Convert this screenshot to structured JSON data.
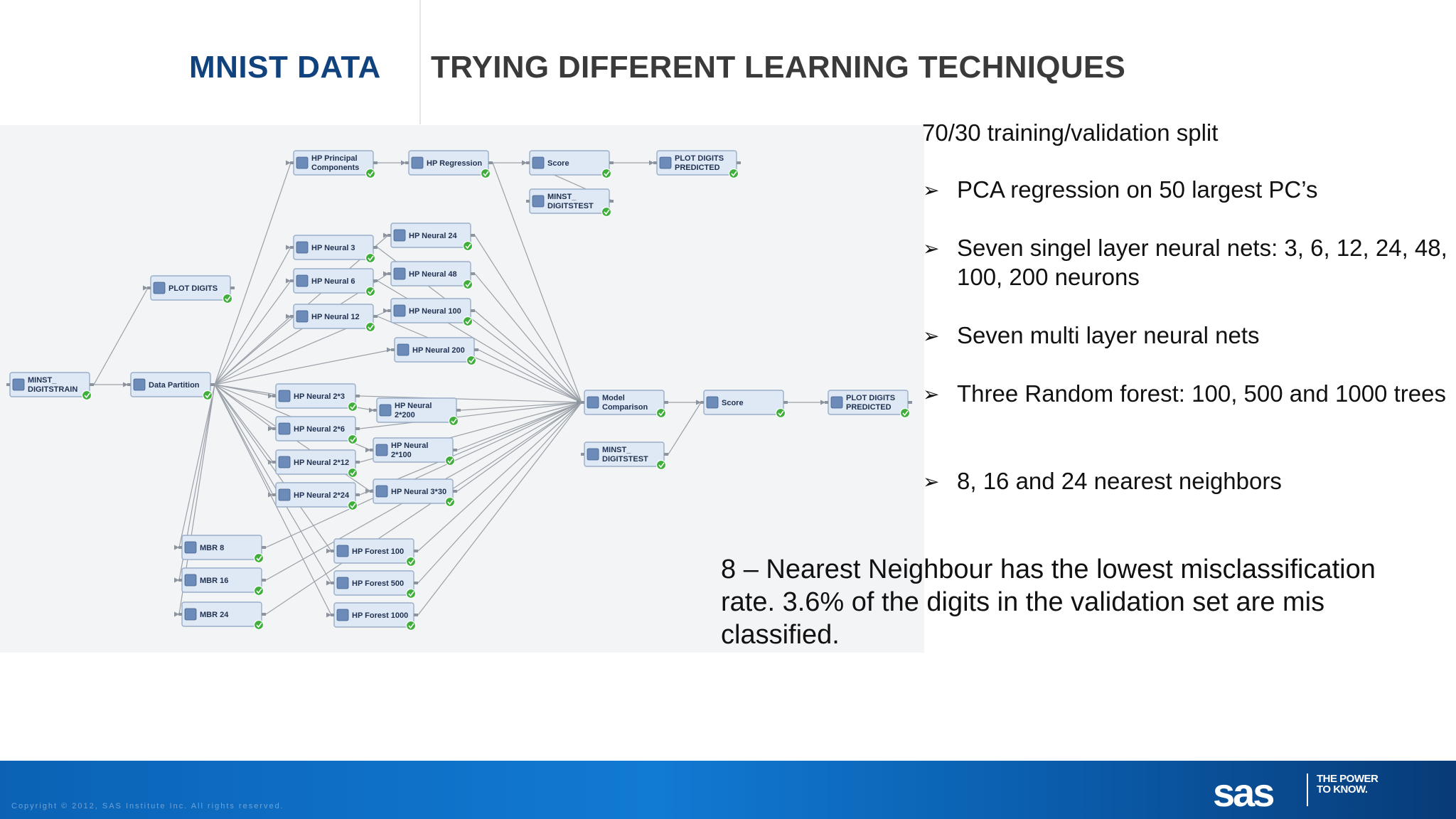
{
  "slide": {
    "title_brand": "MNIST DATA",
    "title_main": "TRYING DIFFERENT LEARNING TECHNIQUES"
  },
  "info": {
    "header": "70/30 training/validation split",
    "bullet_mark": "➢",
    "bullets": [
      "PCA regression on 50 largest PC’s",
      "Seven singel layer neural nets: 3, 6, 12, 24, 48, 100, 200 neurons",
      "Seven multi layer neural nets",
      "Three Random forest: 100, 500 and 1000 trees",
      "8, 16 and 24 nearest neighbors"
    ],
    "conclusion": "8 – Nearest Neighbour has the lowest misclassification rate. 3.6% of the digits in the validation set are mis classified."
  },
  "diagram": {
    "nodes": [
      {
        "id": "train",
        "l1": "MINST_",
        "l2": "DIGITSTRAIN",
        "icon": "data-table-icon"
      },
      {
        "id": "plotd",
        "l1": "PLOT DIGITS",
        "l2": "",
        "icon": "report-icon"
      },
      {
        "id": "part",
        "l1": "Data Partition",
        "l2": "",
        "icon": "partition-icon"
      },
      {
        "id": "pca",
        "l1": "HP Principal",
        "l2": "Components",
        "icon": "pca-icon"
      },
      {
        "id": "reg",
        "l1": "HP Regression",
        "l2": "",
        "icon": "regression-icon"
      },
      {
        "id": "score1",
        "l1": "Score",
        "l2": "",
        "icon": "score-icon"
      },
      {
        "id": "plotp1",
        "l1": "PLOT DIGITS",
        "l2": "PREDICTED",
        "icon": "report-icon"
      },
      {
        "id": "test1",
        "l1": "MINST_",
        "l2": "DIGITSTEST",
        "icon": "data-table-icon"
      },
      {
        "id": "n3",
        "l1": "HP Neural 3",
        "l2": "",
        "icon": "neural-icon"
      },
      {
        "id": "n6",
        "l1": "HP Neural 6",
        "l2": "",
        "icon": "neural-icon"
      },
      {
        "id": "n12",
        "l1": "HP Neural 12",
        "l2": "",
        "icon": "neural-icon"
      },
      {
        "id": "n24",
        "l1": "HP Neural 24",
        "l2": "",
        "icon": "neural-icon"
      },
      {
        "id": "n48",
        "l1": "HP Neural 48",
        "l2": "",
        "icon": "neural-icon"
      },
      {
        "id": "n100",
        "l1": "HP Neural 100",
        "l2": "",
        "icon": "neural-icon"
      },
      {
        "id": "n200",
        "l1": "HP Neural 200",
        "l2": "",
        "icon": "neural-icon"
      },
      {
        "id": "m23",
        "l1": "HP Neural 2*3",
        "l2": "",
        "icon": "neural-icon"
      },
      {
        "id": "m26",
        "l1": "HP Neural 2*6",
        "l2": "",
        "icon": "neural-icon"
      },
      {
        "id": "m212",
        "l1": "HP Neural 2*12",
        "l2": "",
        "icon": "neural-icon"
      },
      {
        "id": "m224",
        "l1": "HP Neural 2*24",
        "l2": "",
        "icon": "neural-icon"
      },
      {
        "id": "m2200",
        "l1": "HP Neural",
        "l2": "2*200",
        "icon": "neural-icon"
      },
      {
        "id": "m2100",
        "l1": "HP Neural",
        "l2": "2*100",
        "icon": "neural-icon"
      },
      {
        "id": "m330",
        "l1": "HP Neural 3*30",
        "l2": "",
        "icon": "neural-icon"
      },
      {
        "id": "mbr8",
        "l1": "MBR 8",
        "l2": "",
        "icon": "mbr-icon"
      },
      {
        "id": "mbr16",
        "l1": "MBR 16",
        "l2": "",
        "icon": "mbr-icon"
      },
      {
        "id": "mbr24",
        "l1": "MBR 24",
        "l2": "",
        "icon": "mbr-icon"
      },
      {
        "id": "f100",
        "l1": "HP Forest 100",
        "l2": "",
        "icon": "forest-icon"
      },
      {
        "id": "f500",
        "l1": "HP Forest 500",
        "l2": "",
        "icon": "forest-icon"
      },
      {
        "id": "f1000",
        "l1": "HP Forest 1000",
        "l2": "",
        "icon": "forest-icon"
      },
      {
        "id": "mc",
        "l1": "Model",
        "l2": "Comparison",
        "icon": "model-comparison-icon"
      },
      {
        "id": "score2",
        "l1": "Score",
        "l2": "",
        "icon": "score-icon"
      },
      {
        "id": "plotp2",
        "l1": "PLOT DIGITS",
        "l2": "PREDICTED",
        "icon": "report-icon"
      },
      {
        "id": "test2",
        "l1": "MINST_",
        "l2": "DIGITSTEST",
        "icon": "data-table-icon"
      }
    ],
    "edges": [
      [
        "train",
        "plotd"
      ],
      [
        "train",
        "part"
      ],
      [
        "part",
        "pca"
      ],
      [
        "pca",
        "reg"
      ],
      [
        "reg",
        "score1"
      ],
      [
        "score1",
        "plotp1"
      ],
      [
        "test1",
        "score1"
      ],
      [
        "part",
        "n3"
      ],
      [
        "part",
        "n6"
      ],
      [
        "part",
        "n12"
      ],
      [
        "part",
        "n24"
      ],
      [
        "part",
        "n48"
      ],
      [
        "part",
        "n100"
      ],
      [
        "part",
        "n200"
      ],
      [
        "part",
        "m23"
      ],
      [
        "part",
        "m26"
      ],
      [
        "part",
        "m212"
      ],
      [
        "part",
        "m224"
      ],
      [
        "part",
        "m2200"
      ],
      [
        "part",
        "m2100"
      ],
      [
        "part",
        "m330"
      ],
      [
        "part",
        "mbr8"
      ],
      [
        "part",
        "mbr16"
      ],
      [
        "part",
        "mbr24"
      ],
      [
        "part",
        "f100"
      ],
      [
        "part",
        "f500"
      ],
      [
        "part",
        "f1000"
      ],
      [
        "reg",
        "mc"
      ],
      [
        "n3",
        "mc"
      ],
      [
        "n6",
        "mc"
      ],
      [
        "n12",
        "mc"
      ],
      [
        "n24",
        "mc"
      ],
      [
        "n48",
        "mc"
      ],
      [
        "n100",
        "mc"
      ],
      [
        "n200",
        "mc"
      ],
      [
        "m23",
        "mc"
      ],
      [
        "m26",
        "mc"
      ],
      [
        "m212",
        "mc"
      ],
      [
        "m224",
        "mc"
      ],
      [
        "m2200",
        "mc"
      ],
      [
        "m2100",
        "mc"
      ],
      [
        "m330",
        "mc"
      ],
      [
        "mbr8",
        "mc"
      ],
      [
        "mbr16",
        "mc"
      ],
      [
        "mbr24",
        "mc"
      ],
      [
        "f100",
        "mc"
      ],
      [
        "f500",
        "mc"
      ],
      [
        "f1000",
        "mc"
      ],
      [
        "mc",
        "score2"
      ],
      [
        "test2",
        "score2"
      ],
      [
        "score2",
        "plotp2"
      ]
    ]
  },
  "footer": {
    "copyright": "Copyright © 2012, SAS Institute Inc. All rights reserved.",
    "logo_text": "sas",
    "tagline": "THE POWER TO KNOW."
  }
}
